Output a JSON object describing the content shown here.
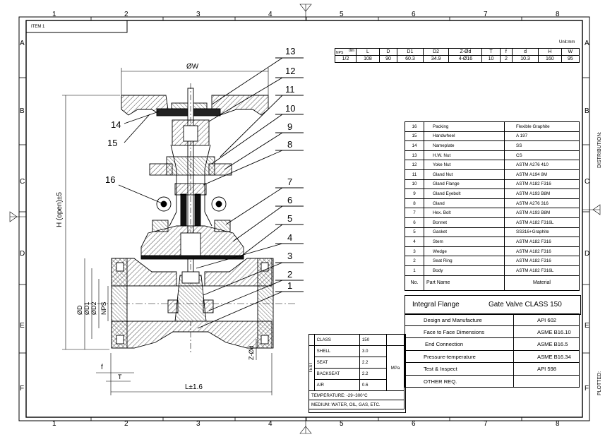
{
  "item_label": "ITEM 1",
  "units": "Unit:mm",
  "zones": {
    "cols": [
      "1",
      "2",
      "3",
      "4",
      "5",
      "6",
      "7",
      "8"
    ],
    "rows": [
      "A",
      "B",
      "C",
      "D",
      "E",
      "F"
    ]
  },
  "side_labels": {
    "distribution": "DISTRIBUTION:",
    "plotted": "PLOTTED:"
  },
  "dimension_table": {
    "headers": [
      "NPS",
      "L",
      "D",
      "D1",
      "D2",
      "Z-Ød",
      "T",
      "f",
      "d",
      "H",
      "W"
    ],
    "header_corner": "dim",
    "row": [
      "1/2",
      "108",
      "90",
      "60.3",
      "34.9",
      "4-Ø16",
      "10",
      "2",
      "10.3",
      "160",
      "95"
    ]
  },
  "balloons": [
    "13",
    "12",
    "11",
    "10",
    "9",
    "8",
    "16",
    "7",
    "6",
    "5",
    "4",
    "3",
    "2",
    "1",
    "14",
    "15"
  ],
  "dims": {
    "w": "ØW",
    "h": "H (open)±5",
    "l": "L±1.6",
    "d": "ØD",
    "d1": "ØD1",
    "d2": "ØD2",
    "nps": "NPS",
    "f": "f",
    "t": "T",
    "zd": "Z-Ød"
  },
  "parts": [
    {
      "no": "16",
      "name": "Packing",
      "material": "Flexible Graphite"
    },
    {
      "no": "15",
      "name": "Handwheel",
      "material": "A 197"
    },
    {
      "no": "14",
      "name": "Nameplate",
      "material": "SS"
    },
    {
      "no": "13",
      "name": "H.W. Nut",
      "material": "CS"
    },
    {
      "no": "12",
      "name": "Yoke Nut",
      "material": "ASTM A276 410"
    },
    {
      "no": "11",
      "name": "Gland Nut",
      "material": "ASTM A194 8M"
    },
    {
      "no": "10",
      "name": "Gland Flange",
      "material": "ASTM A182 F316"
    },
    {
      "no": "9",
      "name": "Gland Eyebolt",
      "material": "ASTM A193 B8M"
    },
    {
      "no": "8",
      "name": "Gland",
      "material": "ASTM A276 316"
    },
    {
      "no": "7",
      "name": "Hex. Bolt",
      "material": "ASTM A193 B8M"
    },
    {
      "no": "6",
      "name": "Bonnet",
      "material": "ASTM A182 F316L"
    },
    {
      "no": "5",
      "name": "Gasket",
      "material": "SS316+Graphite"
    },
    {
      "no": "4",
      "name": "Stem",
      "material": "ASTM A182 F316"
    },
    {
      "no": "3",
      "name": "Wedge",
      "material": "ASTM A182 F316"
    },
    {
      "no": "2",
      "name": "Seat Ring",
      "material": "ASTM A182 F316"
    },
    {
      "no": "1",
      "name": "Body",
      "material": "ASTM A182 F316L"
    }
  ],
  "parts_header": {
    "no": "No.",
    "name": "Part Name",
    "material": "Material"
  },
  "title_left": "Integral Flange",
  "title_right": "Gate Valve   CLASS 150",
  "standards": [
    {
      "label": "Design and Manufacture",
      "value": "API 602"
    },
    {
      "label": "Face to Face Dimensions",
      "value": "ASME B16.10"
    },
    {
      "label": "End Connection",
      "value": "ASME B16.5"
    },
    {
      "label": "Pressure-temperature",
      "value": "ASME B16.34"
    },
    {
      "label": "Test & Inspect",
      "value": "API 598"
    },
    {
      "label": "OTHER REQ.",
      "value": ""
    }
  ],
  "test": {
    "class_label": "CLASS",
    "class_value": "150",
    "side": "TEST",
    "rows": [
      {
        "label": "SHELL",
        "value": "3.0"
      },
      {
        "label": "SEAT",
        "value": "2.2"
      },
      {
        "label": "BACKSEAT",
        "value": "2.2"
      },
      {
        "label": "AIR",
        "value": "0.6"
      }
    ],
    "unit": "MPa",
    "temperature": "TEMPERATURE: -29~300°C",
    "medium": "MEDIUM: WATER, OIL, GAS, ETC."
  },
  "colors": {
    "line": "#000000",
    "hatch": "#000000",
    "fill": "#ffffff",
    "dark": "#1a1a1a"
  }
}
